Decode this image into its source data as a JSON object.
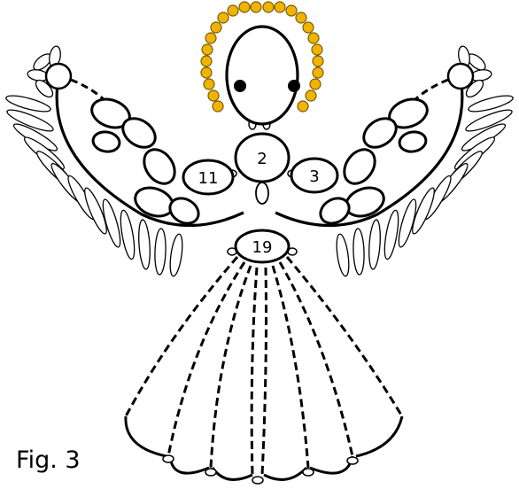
{
  "caption": "Fig. 3",
  "labels": {
    "head_ring": "2",
    "left_arm_ring": "11",
    "right_arm_ring": "3",
    "waist_ring": "19"
  },
  "colors": {
    "outline": "#000000",
    "halo_bead": "#f0b400",
    "fill": "#ffffff"
  }
}
